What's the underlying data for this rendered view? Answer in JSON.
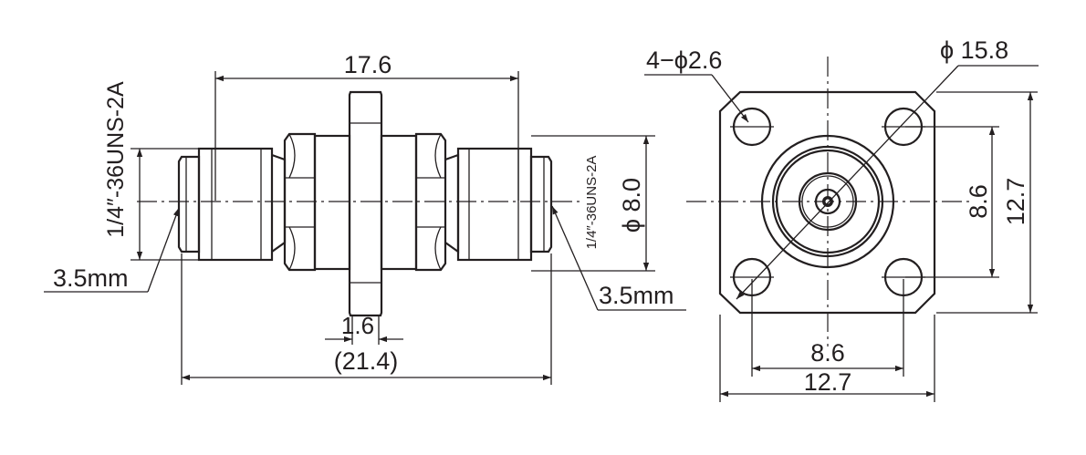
{
  "dimensions": {
    "length_17_6": "17.6",
    "thread_left": "1/4″-36UNS-2A",
    "thread_right": "1/4″-36UNS-2A",
    "connector_left": "3.5mm",
    "connector_right": "3.5mm",
    "flange_thickness": "1.6",
    "overall_length": "(21.4)",
    "body_diameter": "ϕ 8.0",
    "hole_spec": "4−ϕ2.6",
    "bolt_circle": "ϕ 15.8",
    "hole_spacing_v": "8.6",
    "flange_size_v": "12.7",
    "hole_spacing_h": "8.6",
    "flange_size_h": "12.7"
  },
  "colors": {
    "ink": "#231f20",
    "background": "#ffffff"
  }
}
